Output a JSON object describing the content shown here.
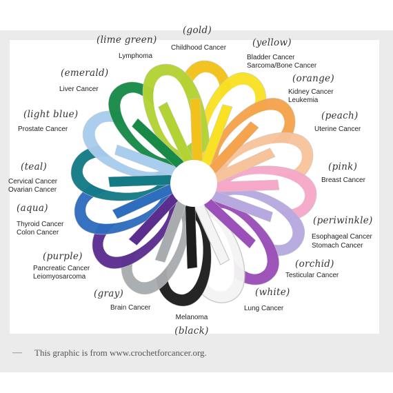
{
  "ribbons": [
    {
      "color_name": "(gold)",
      "label_lines": [
        "Childhood Cancer"
      ],
      "hex": "#f2c21b"
    },
    {
      "color_name": "(yellow)",
      "label_lines": [
        "Bladder Cancer",
        "Sarcoma/Bone Cancer"
      ],
      "hex": "#f9e124"
    },
    {
      "color_name": "(orange)",
      "label_lines": [
        "Kidney Cancer",
        "Leukemia"
      ],
      "hex": "#f5a34c"
    },
    {
      "color_name": "(peach)",
      "label_lines": [
        "Uterine Cancer"
      ],
      "hex": "#f7c39b"
    },
    {
      "color_name": "(pink)",
      "label_lines": [
        "Breast Cancer"
      ],
      "hex": "#f5a8c8"
    },
    {
      "color_name": "(periwinkle)",
      "label_lines": [
        "Esophageal Cancer",
        "Stomach Cancer"
      ],
      "hex": "#b7a9e0"
    },
    {
      "color_name": "(orchid)",
      "label_lines": [
        "Testicular Cancer"
      ],
      "hex": "#9b4fb8"
    },
    {
      "color_name": "(white)",
      "label_lines": [
        "Lung Cancer"
      ],
      "hex": "#f4f4f4"
    },
    {
      "color_name": "(black)",
      "label_lines": [
        "Melanoma"
      ],
      "hex": "#1d1d1d"
    },
    {
      "color_name": "(gray)",
      "label_lines": [
        "Brain Cancer"
      ],
      "hex": "#a9acae"
    },
    {
      "color_name": "(purple)",
      "label_lines": [
        "Pancreatic Cancer",
        "Leiomyosarcoma"
      ],
      "hex": "#5b2d8f"
    },
    {
      "color_name": "(aqua)",
      "label_lines": [
        "Thyroid Cancer",
        "Colon Cancer"
      ],
      "hex": "#2f6dbf"
    },
    {
      "color_name": "(teal)",
      "label_lines": [
        "Cervical Cancer",
        "Ovarian Cancer"
      ],
      "hex": "#137a86"
    },
    {
      "color_name": "(light blue)",
      "label_lines": [
        "Prostate Cancer"
      ],
      "hex": "#a9cdee"
    },
    {
      "color_name": "(emerald)",
      "label_lines": [
        "Liver Cancer"
      ],
      "hex": "#178a47"
    },
    {
      "color_name": "(lime green)",
      "label_lines": [
        "Lymphoma"
      ],
      "hex": "#b3d335"
    }
  ],
  "caption": {
    "dash": "—",
    "text": "This graphic is from www.crochetforcancer.org."
  },
  "colors": {
    "page_background": "#ffffff",
    "frame_background": "#ebebeb",
    "panel_background": "#ffffff"
  }
}
